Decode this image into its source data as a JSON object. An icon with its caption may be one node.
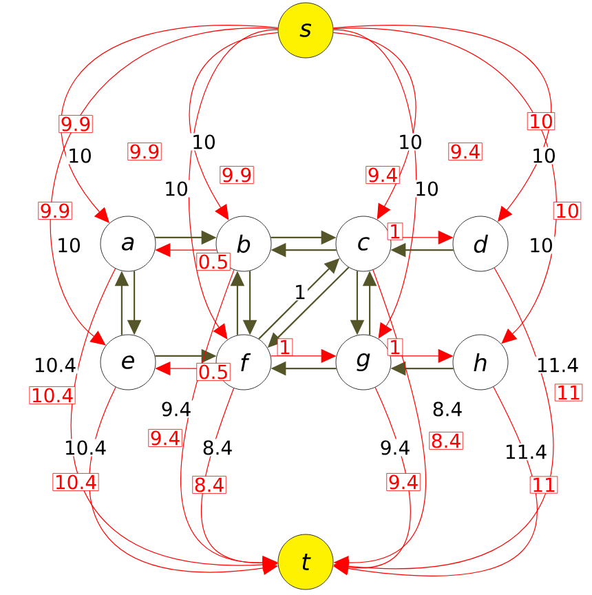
{
  "diagram": {
    "nodes": [
      {
        "text": [
          "s"
        ]
      },
      {
        "text": [
          "a"
        ]
      },
      {
        "text": [
          "b"
        ]
      },
      {
        "text": [
          "c"
        ]
      },
      {
        "text": [
          "d"
        ]
      },
      {
        "text": [
          "e"
        ]
      },
      {
        "text": [
          "f"
        ]
      },
      {
        "text": [
          "g"
        ]
      },
      {
        "text": [
          "h"
        ]
      },
      {
        "text": [
          "t"
        ]
      }
    ],
    "edges": [
      {
        "from": 0,
        "to": 1,
        "arrow": "to",
        "label": "10"
      },
      {
        "from": 0,
        "to": 5,
        "arrow": "to",
        "label": "10"
      },
      {
        "from": 0,
        "to": 2,
        "arrow": "to",
        "label": "10"
      },
      {
        "from": 0,
        "to": 6,
        "arrow": "to",
        "label": "10"
      },
      {
        "from": 0,
        "to": 3,
        "arrow": "to",
        "label": "10"
      },
      {
        "from": 0,
        "to": 7,
        "arrow": "to",
        "label": "10"
      },
      {
        "from": 0,
        "to": 4,
        "arrow": "to",
        "label": "10"
      },
      {
        "from": 0,
        "to": 8,
        "arrow": "to",
        "label": "10"
      },
      {
        "from": 1,
        "to": 2,
        "arrow": "to",
        "color": "#55552a"
      },
      {
        "from": 2,
        "to": 1,
        "arrow": "to"
      },
      {
        "from": 2,
        "to": 3,
        "arrow": "to",
        "color": "#55552a"
      },
      {
        "from": 3,
        "to": 2,
        "arrow": "to",
        "color": "#55552a"
      },
      {
        "from": 3,
        "to": 4,
        "arrow": "to"
      },
      {
        "from": 4,
        "to": 3,
        "arrow": "to",
        "color": "#55552a"
      },
      {
        "from": 5,
        "to": 1,
        "arrow": "to",
        "color": "#55552a"
      },
      {
        "from": 1,
        "to": 5,
        "arrow": "to",
        "color": "#55552a"
      },
      {
        "from": 6,
        "to": 2,
        "arrow": "to",
        "color": "#55552a"
      },
      {
        "from": 2,
        "to": 6,
        "arrow": "to",
        "color": "#55552a"
      },
      {
        "from": 3,
        "to": 7,
        "arrow": "to",
        "color": "#55552a"
      },
      {
        "from": 7,
        "to": 3,
        "arrow": "to",
        "color": "#55552a"
      },
      {
        "from": 5,
        "to": 6,
        "arrow": "to",
        "color": "#55552a"
      },
      {
        "from": 6,
        "to": 5,
        "arrow": "to"
      },
      {
        "from": 6,
        "to": 7,
        "arrow": "to"
      },
      {
        "from": 7,
        "to": 6,
        "arrow": "to",
        "color": "#55552a"
      },
      {
        "from": 7,
        "to": 8,
        "arrow": "to"
      },
      {
        "from": 8,
        "to": 7,
        "arrow": "to",
        "color": "#55552a"
      },
      {
        "from": 6,
        "to": 3,
        "arrow": "to",
        "color": "#55552a",
        "label": "1"
      },
      {
        "from": 3,
        "to": 6,
        "arrow": "to",
        "color": "#55552a"
      },
      {
        "from": 1,
        "to": 9,
        "arrow": "to",
        "label": "10.4"
      },
      {
        "from": 5,
        "to": 9,
        "arrow": "to",
        "label": "10.4"
      },
      {
        "from": 2,
        "to": 9,
        "arrow": "to",
        "label": "9.4"
      },
      {
        "from": 6,
        "to": 9,
        "arrow": "to",
        "label": "8.4"
      },
      {
        "from": 3,
        "to": 9,
        "arrow": "to",
        "label": "8.4"
      },
      {
        "from": 7,
        "to": 9,
        "arrow": "to",
        "label": "9.4"
      },
      {
        "from": 4,
        "to": 9,
        "arrow": "to",
        "label": "11.4"
      },
      {
        "from": 8,
        "to": 9,
        "arrow": "to",
        "label": "11.4"
      }
    ],
    "labels": [
      "9.9",
      "9.9",
      "9.9",
      "9.9",
      "9.4",
      "9.4",
      "10",
      "10",
      "0.5",
      "1",
      "0.5",
      "1",
      "1",
      "10.4",
      "10.4",
      "9.4",
      "8.4",
      "8.4",
      "9.4",
      "11",
      "11"
    ]
  }
}
